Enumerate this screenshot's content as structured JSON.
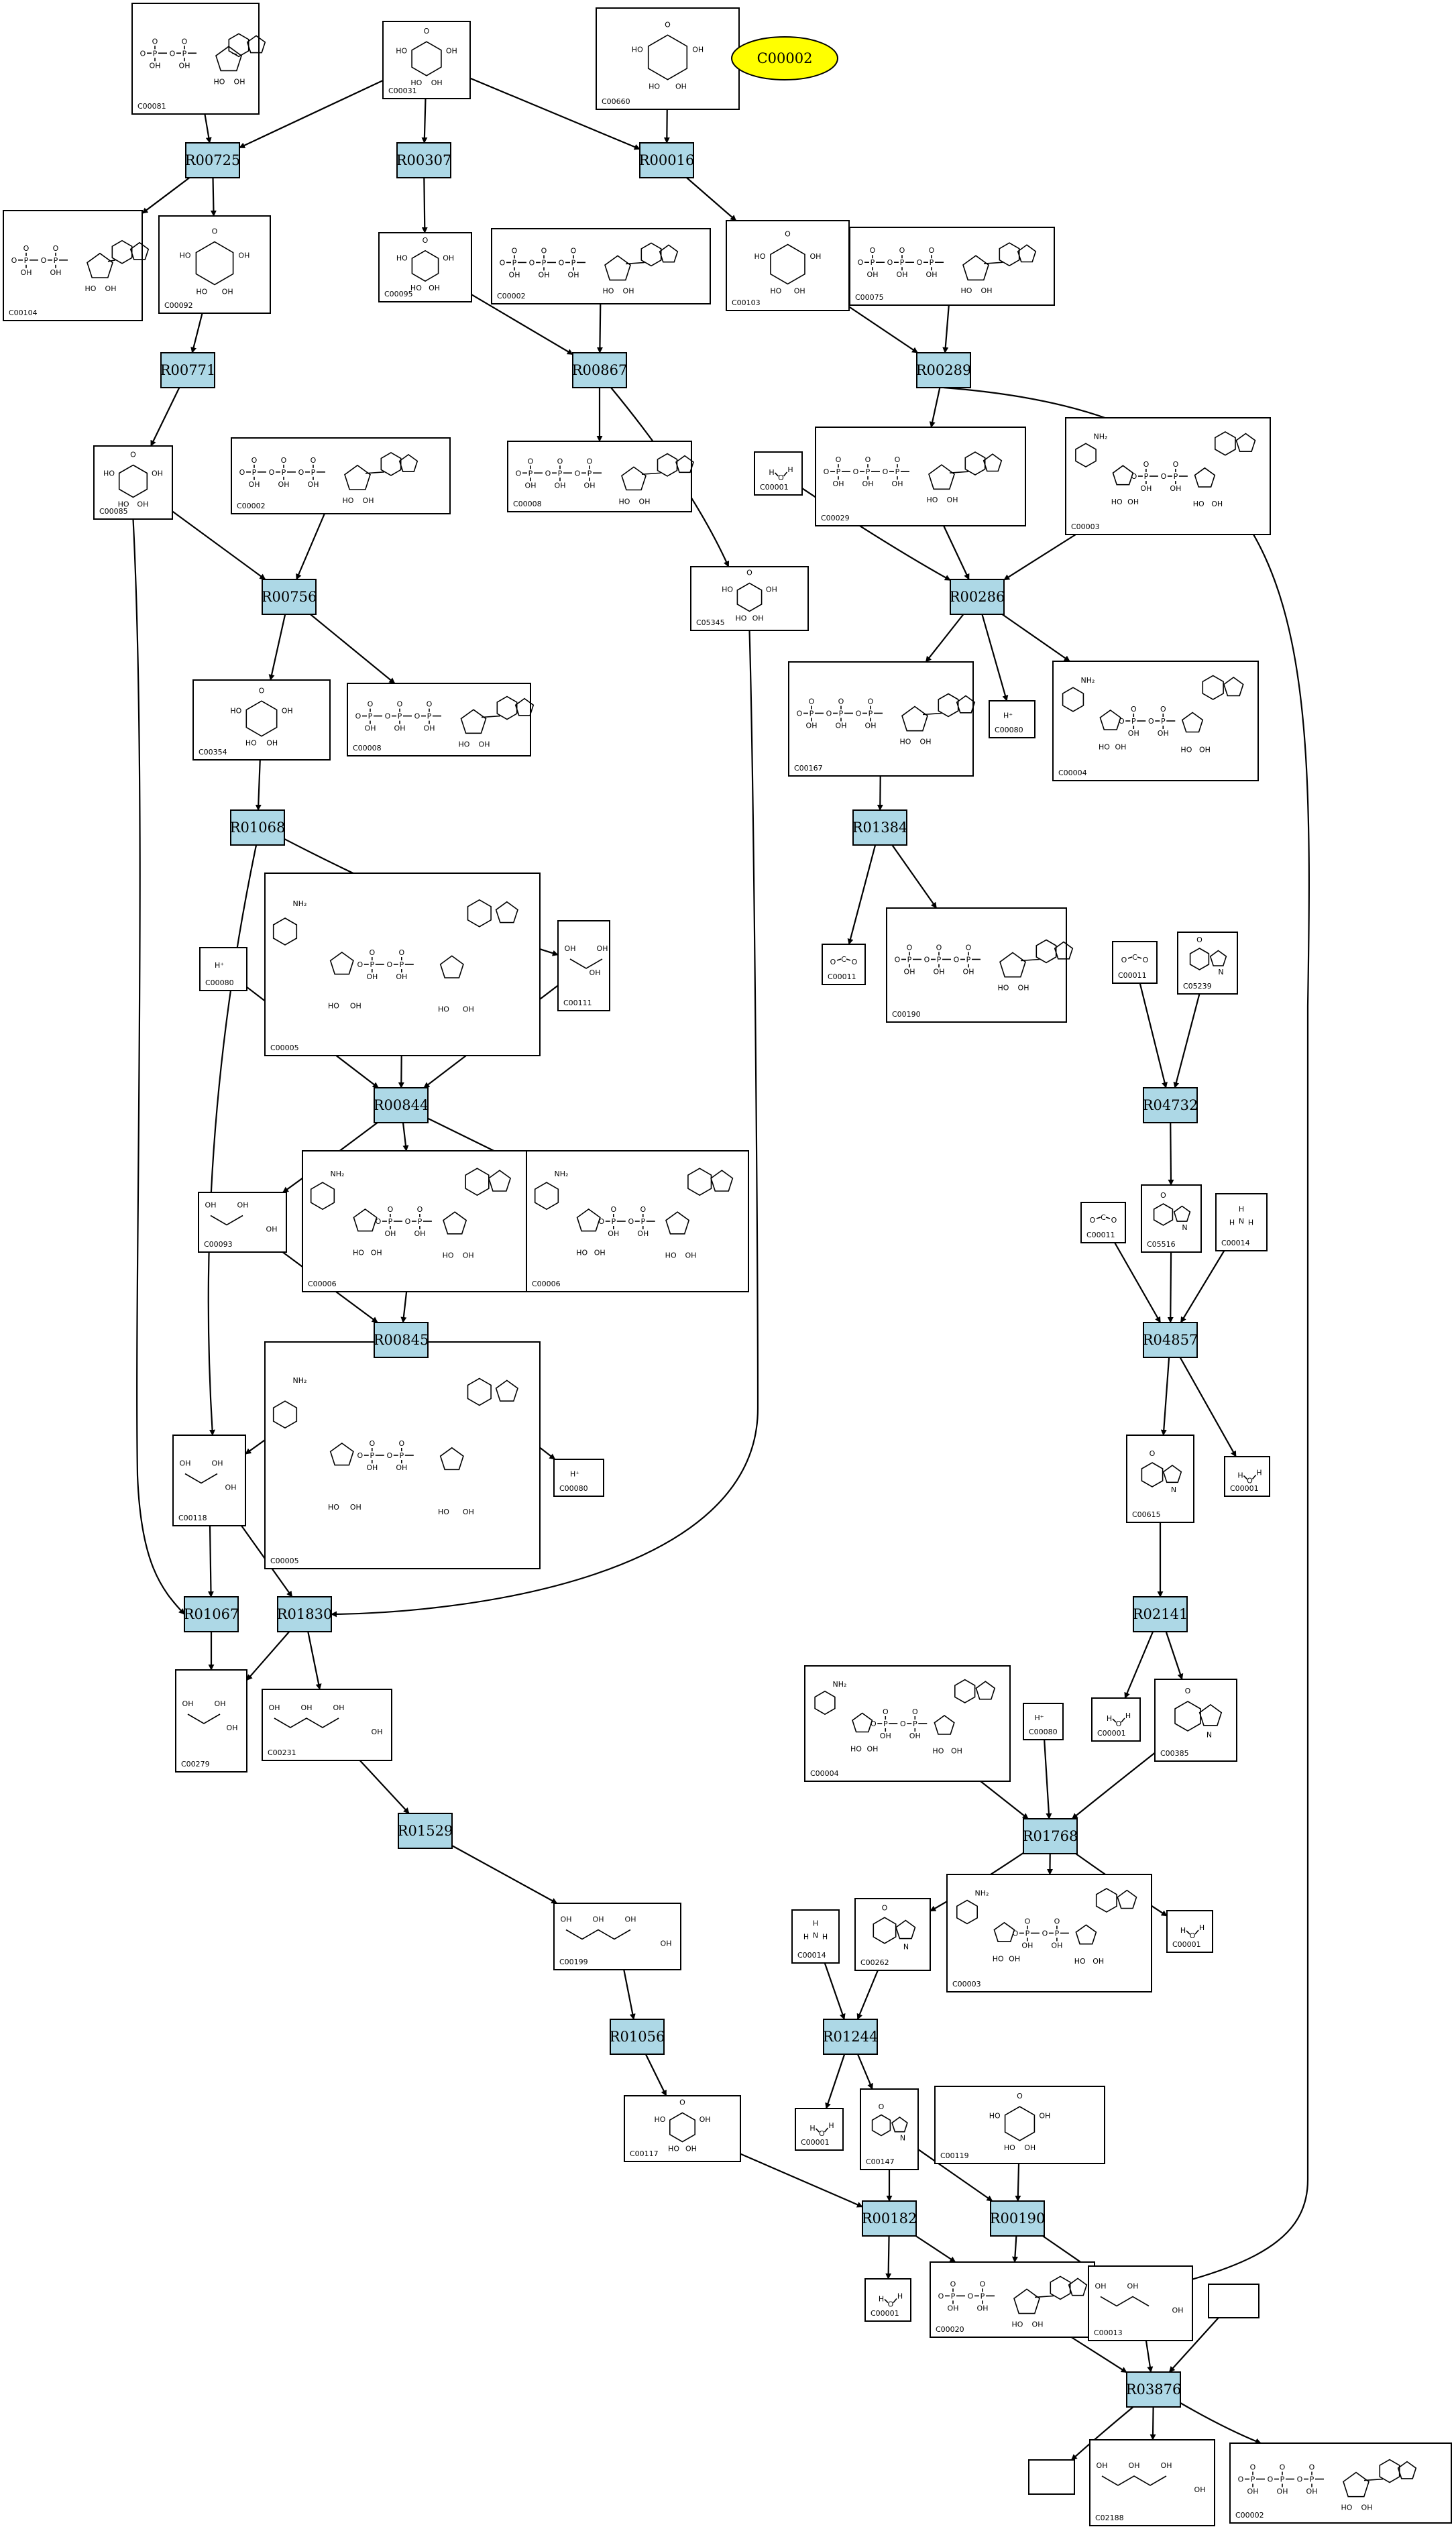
{
  "highlight": {
    "label": "C00002",
    "color": "#ffff00"
  },
  "reaction_color": "#add8e6",
  "reactions": [
    {
      "id": "R00725",
      "label": "R00725"
    },
    {
      "id": "R00307",
      "label": "R00307"
    },
    {
      "id": "R00016",
      "label": "R00016"
    },
    {
      "id": "R00771",
      "label": "R00771"
    },
    {
      "id": "R00867",
      "label": "R00867"
    },
    {
      "id": "R00289",
      "label": "R00289"
    },
    {
      "id": "R00756",
      "label": "R00756"
    },
    {
      "id": "R00286",
      "label": "R00286"
    },
    {
      "id": "R01068",
      "label": "R01068"
    },
    {
      "id": "R01384",
      "label": "R01384"
    },
    {
      "id": "R00844",
      "label": "R00844"
    },
    {
      "id": "R04732",
      "label": "R04732"
    },
    {
      "id": "R00845",
      "label": "R00845"
    },
    {
      "id": "R04857",
      "label": "R04857"
    },
    {
      "id": "R01067",
      "label": "R01067"
    },
    {
      "id": "R01830",
      "label": "R01830"
    },
    {
      "id": "R02141",
      "label": "R02141"
    },
    {
      "id": "R01529",
      "label": "R01529"
    },
    {
      "id": "R01768",
      "label": "R01768"
    },
    {
      "id": "R01056",
      "label": "R01056"
    },
    {
      "id": "R01244",
      "label": "R01244"
    },
    {
      "id": "R00182",
      "label": "R00182"
    },
    {
      "id": "R00190",
      "label": "R00190"
    },
    {
      "id": "R03876",
      "label": "R03876"
    }
  ],
  "compounds": [
    {
      "id": "c00081",
      "label": "C00081",
      "kind": "nucleotide"
    },
    {
      "id": "c00031",
      "label": "C00031",
      "kind": "sugar"
    },
    {
      "id": "c00660",
      "label": "C00660",
      "kind": "sugar"
    },
    {
      "id": "c00104",
      "label": "C00104",
      "kind": "nucleotide"
    },
    {
      "id": "c00092",
      "label": "C00092",
      "kind": "sugar"
    },
    {
      "id": "c00095",
      "label": "C00095",
      "kind": "sugar"
    },
    {
      "id": "c00002a",
      "label": "C00002",
      "kind": "nucleotide"
    },
    {
      "id": "c00103",
      "label": "C00103",
      "kind": "sugar"
    },
    {
      "id": "c00075",
      "label": "C00075",
      "kind": "nucleotide"
    },
    {
      "id": "c00085",
      "label": "C00085",
      "kind": "sugar"
    },
    {
      "id": "c00002b",
      "label": "C00002",
      "kind": "nucleotide"
    },
    {
      "id": "c00008a",
      "label": "C00008",
      "kind": "nucleotide"
    },
    {
      "id": "c00001a",
      "label": "C00001",
      "kind": "water"
    },
    {
      "id": "c00029",
      "label": "C00029",
      "kind": "nucleotide"
    },
    {
      "id": "c00003a",
      "label": "C00003",
      "kind": "dinucleotide"
    },
    {
      "id": "c05345",
      "label": "C05345",
      "kind": "sugar"
    },
    {
      "id": "c00354",
      "label": "C00354",
      "kind": "sugar"
    },
    {
      "id": "c00008b",
      "label": "C00008",
      "kind": "nucleotide"
    },
    {
      "id": "c00167",
      "label": "C00167",
      "kind": "nucleotide"
    },
    {
      "id": "c00080a",
      "label": "C00080",
      "kind": "proton"
    },
    {
      "id": "c00004a",
      "label": "C00004",
      "kind": "dinucleotide"
    },
    {
      "id": "c00005a",
      "label": "C00005",
      "kind": "dinucleotide"
    },
    {
      "id": "c00080b",
      "label": "C00080",
      "kind": "proton"
    },
    {
      "id": "c00111",
      "label": "C00111",
      "kind": "small"
    },
    {
      "id": "c00011a",
      "label": "C00011",
      "kind": "co2"
    },
    {
      "id": "c00190",
      "label": "C00190",
      "kind": "nucleotide"
    },
    {
      "id": "c00011b",
      "label": "C00011",
      "kind": "co2"
    },
    {
      "id": "c05239",
      "label": "C05239",
      "kind": "ring"
    },
    {
      "id": "c00093",
      "label": "C00093",
      "kind": "small"
    },
    {
      "id": "c00006a",
      "label": "C00006",
      "kind": "dinucleotide"
    },
    {
      "id": "c00006b",
      "label": "C00006",
      "kind": "dinucleotide"
    },
    {
      "id": "c00011c",
      "label": "C00011",
      "kind": "co2"
    },
    {
      "id": "c05516",
      "label": "C05516",
      "kind": "ring"
    },
    {
      "id": "c00014a",
      "label": "C00014",
      "kind": "ammonia"
    },
    {
      "id": "c00005b",
      "label": "C00005",
      "kind": "dinucleotide"
    },
    {
      "id": "c00080c",
      "label": "C00080",
      "kind": "proton"
    },
    {
      "id": "c00118",
      "label": "C00118",
      "kind": "small"
    },
    {
      "id": "c00615",
      "label": "C00615",
      "kind": "ring"
    },
    {
      "id": "c00001b",
      "label": "C00001",
      "kind": "water"
    },
    {
      "id": "c00279",
      "label": "C00279",
      "kind": "small"
    },
    {
      "id": "c00231",
      "label": "C00231",
      "kind": "small"
    },
    {
      "id": "c00004b",
      "label": "C00004",
      "kind": "dinucleotide"
    },
    {
      "id": "c00080d",
      "label": "C00080",
      "kind": "proton"
    },
    {
      "id": "c00001c",
      "label": "C00001",
      "kind": "water"
    },
    {
      "id": "c00385",
      "label": "C00385",
      "kind": "ring"
    },
    {
      "id": "c00199",
      "label": "C00199",
      "kind": "small"
    },
    {
      "id": "c00014b",
      "label": "C00014",
      "kind": "ammonia"
    },
    {
      "id": "c00262",
      "label": "C00262",
      "kind": "ring"
    },
    {
      "id": "c00003b",
      "label": "C00003",
      "kind": "dinucleotide"
    },
    {
      "id": "c00001d",
      "label": "C00001",
      "kind": "water"
    },
    {
      "id": "c00117",
      "label": "C00117",
      "kind": "sugar"
    },
    {
      "id": "c00147",
      "label": "C00147",
      "kind": "ring"
    },
    {
      "id": "c00119",
      "label": "C00119",
      "kind": "sugar"
    },
    {
      "id": "c00001e",
      "label": "C00001",
      "kind": "water"
    },
    {
      "id": "c00001f",
      "label": "C00001",
      "kind": "water"
    },
    {
      "id": "c00020",
      "label": "C00020",
      "kind": "nucleotide"
    },
    {
      "id": "c00013",
      "label": "C00013",
      "kind": "small"
    },
    {
      "id": "blank1",
      "label": "",
      "kind": "blank"
    },
    {
      "id": "blank2",
      "label": "",
      "kind": "blank"
    },
    {
      "id": "c02188",
      "label": "C02188",
      "kind": "small"
    },
    {
      "id": "c00002c",
      "label": "C00002",
      "kind": "nucleotide"
    }
  ]
}
